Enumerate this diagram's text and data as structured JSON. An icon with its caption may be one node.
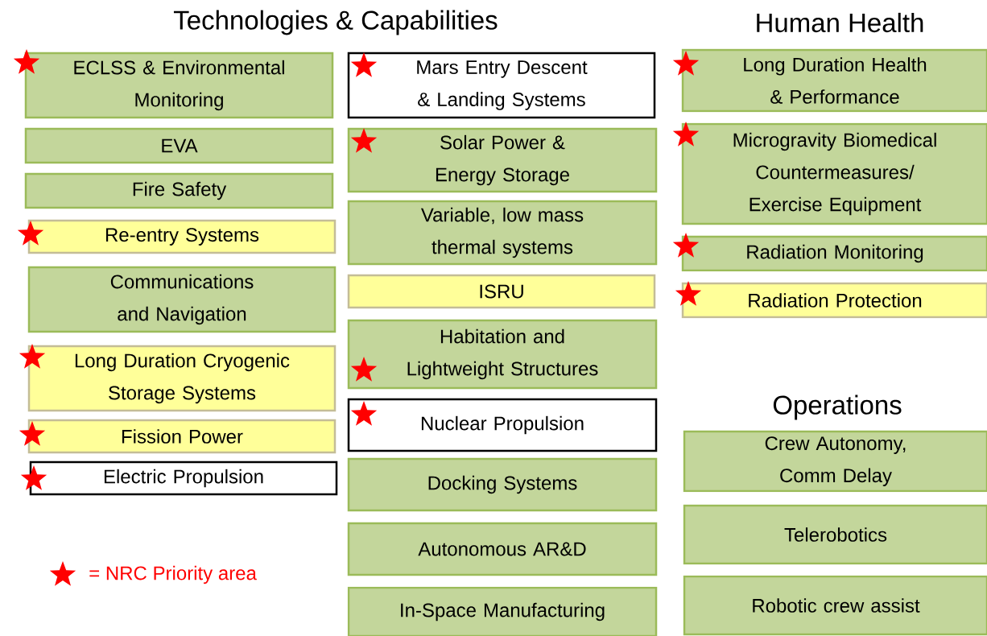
{
  "diagram": {
    "nodes": [
      {
        "text": [
          "ECLSS & Environmental Monitoring"
        ]
      },
      {
        "text": [
          "EVA"
        ]
      },
      {
        "text": [
          "Fire Safety"
        ]
      },
      {
        "text": [
          "Re-entry Systems"
        ]
      },
      {
        "text": [
          "Communications and Navigation"
        ]
      },
      {
        "text": [
          "Long Duration Cryogenic Storage Systems"
        ]
      },
      {
        "text": [
          "Fission Power"
        ]
      },
      {
        "text": [
          "Electric Propulsion"
        ]
      },
      {
        "text": [
          "Mars Entry Descent & Landing Systems"
        ]
      },
      {
        "text": [
          "Solar Power & Energy Storage"
        ]
      },
      {
        "text": [
          "Variable, low mass thermal systems"
        ]
      },
      {
        "text": [
          "ISRU"
        ]
      },
      {
        "text": [
          "Habitation and Lightweight Structures"
        ]
      },
      {
        "text": [
          "Nuclear Propulsion"
        ]
      },
      {
        "text": [
          "Docking Systems"
        ]
      },
      {
        "text": [
          "Autonomous AR&D"
        ]
      },
      {
        "text": [
          "In-Space Manufacturing"
        ]
      },
      {
        "text": [
          "Long Duration Health & Performance"
        ]
      },
      {
        "text": [
          "Microgravity Biomedical Countermeasures/ Exercise Equipment"
        ]
      },
      {
        "text": [
          "Radiation Monitoring"
        ]
      },
      {
        "text": [
          "Radiation Protection"
        ]
      },
      {
        "text": [
          "Crew Autonomy, Comm Delay"
        ]
      },
      {
        "text": [
          "Telerobotics"
        ]
      },
      {
        "text": [
          "Robotic crew assist"
        ]
      }
    ],
    "labels": [
      "Technologies & Capabilities",
      "Human Health",
      "Operations"
    ],
    "legend": [
      {
        "text": "= NRC Priority area"
      }
    ]
  }
}
